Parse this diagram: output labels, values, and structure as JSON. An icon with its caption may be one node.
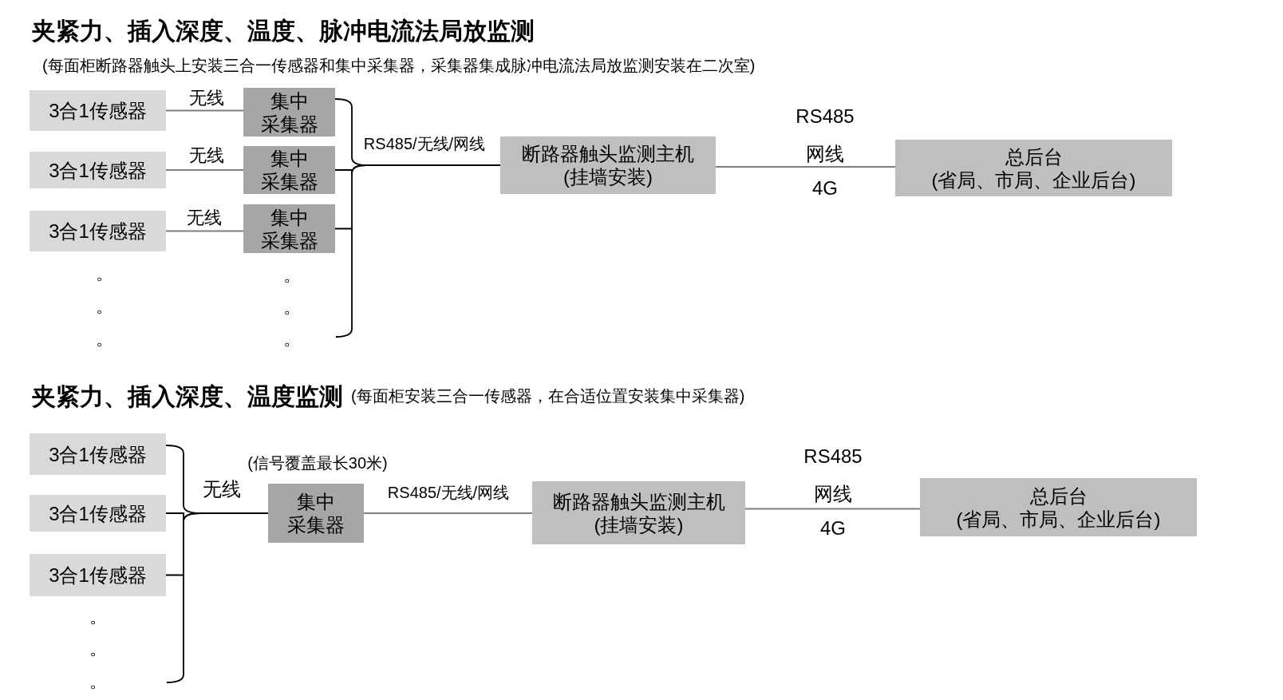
{
  "diagram": {
    "title": "夹紧力、插入深度、温度、脉冲电流法局放监测",
    "nodes": [
      {
        "text": [
          "3合1传感器"
        ]
      },
      {
        "text": [
          "集中采集器"
        ]
      },
      {
        "text": [
          "3合1传感器"
        ]
      },
      {
        "text": [
          "集中采集器"
        ]
      },
      {
        "text": [
          "3合1传感器"
        ]
      },
      {
        "text": [
          "集中采集器"
        ]
      },
      {
        "text": [
          "断路器触头监测主机",
          "(挂墙安装)"
        ]
      },
      {
        "text": [
          "总后台",
          "(省局、市局、企业后台)"
        ]
      },
      {
        "text": [
          "3合1传感器"
        ]
      },
      {
        "text": [
          "3合1传感器"
        ]
      },
      {
        "text": [
          "3合1传感器"
        ]
      },
      {
        "text": [
          "集中采集器"
        ],
        "beside": [
          "(信号覆盖最长30米)"
        ]
      },
      {
        "text": [
          "断路器触头监测主机",
          "(挂墙安装)"
        ]
      },
      {
        "text": [
          "总后台",
          "(省局、市局、企业后台)"
        ]
      }
    ],
    "edges": [
      {
        "from": 0,
        "to": 1,
        "arrow": "none",
        "label": "无线"
      },
      {
        "from": 2,
        "to": 3,
        "arrow": "none",
        "label": "无线"
      },
      {
        "from": 4,
        "to": 5,
        "arrow": "none",
        "label": "无线"
      },
      {
        "from": 1,
        "to": 6,
        "arrow": "none",
        "label": "RS485/无线/网线",
        "color": "#000000"
      },
      {
        "from": 3,
        "to": 6,
        "arrow": "none",
        "color": "#000000"
      },
      {
        "from": 5,
        "to": 6,
        "arrow": "none",
        "color": "#000000"
      },
      {
        "from": 6,
        "to": 7,
        "arrow": "none"
      },
      {
        "from": 8,
        "to": 11,
        "arrow": "none",
        "label": "无线",
        "color": "#000000"
      },
      {
        "from": 9,
        "to": 11,
        "arrow": "none",
        "color": "#000000"
      },
      {
        "from": 10,
        "to": 11,
        "arrow": "none",
        "color": "#000000"
      },
      {
        "from": 11,
        "to": 12,
        "arrow": "none",
        "label": "RS485/无线/网线"
      },
      {
        "from": 12,
        "to": 13,
        "arrow": "none"
      }
    ],
    "labels": [
      "(每面柜断路器触头上安装三合一传感器和集中采集器，采集器集成脉冲电流法局放监测安装在二次室)",
      "RS485",
      "网线",
      "4G",
      "。",
      "。",
      "。",
      "。",
      "。",
      "。",
      "夹紧力、插入深度、温度监测",
      "(每面柜安装三合一传感器，在合适位置安装集中采集器)",
      "RS485",
      "网线",
      "4G",
      "。",
      "。",
      "。"
    ]
  }
}
